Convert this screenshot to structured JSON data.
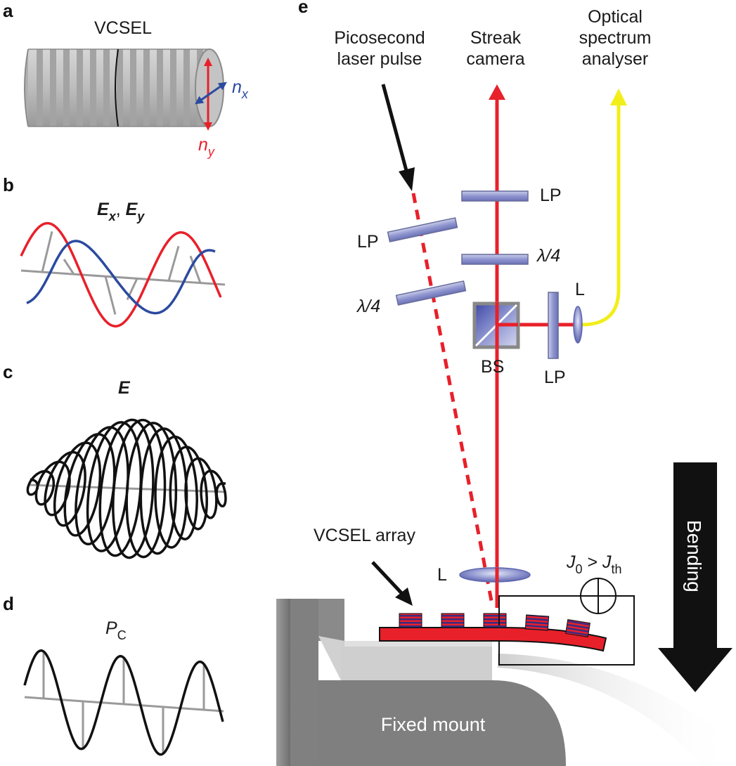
{
  "panels": {
    "a": "a",
    "b": "b",
    "c": "c",
    "d": "d",
    "e": "e"
  },
  "panel_a": {
    "title": "VCSEL",
    "nx": "n",
    "nx_sub": "x",
    "ny": "n",
    "ny_sub": "y"
  },
  "panel_b": {
    "ex": "E",
    "ex_sub": "x",
    "comma": ", ",
    "ey": "E",
    "ey_sub": "y"
  },
  "panel_c": {
    "label": "E"
  },
  "panel_d": {
    "label": "P",
    "label_sub": "C"
  },
  "panel_e": {
    "picosecond_1": "Picosecond",
    "picosecond_2": "laser pulse",
    "streak_1": "Streak",
    "streak_2": "camera",
    "osa_1": "Optical",
    "osa_2": "spectrum",
    "osa_3": "analyser",
    "lp_top": "LP",
    "qwp_right": "λ/4",
    "lp_left": "LP",
    "qwp_left": "λ/4",
    "lens_small": "L",
    "bs": "BS",
    "lp_bottom": "LP",
    "vcsel_array": "VCSEL array",
    "lens_bottom": "L",
    "j0": "J",
    "j0_sub": "0",
    "gt": " > ",
    "jth": "J",
    "jth_sub": "th",
    "bending": "Bending",
    "fixed_mount": "Fixed mount"
  },
  "colors": {
    "red": "#e8202a",
    "blue": "#2b4aa0",
    "yellow": "#f2ee1a",
    "optic": "#8d93c8",
    "grey_dark": "#7a7a7a",
    "grey_light": "#c8c8c8",
    "black": "#111111"
  }
}
